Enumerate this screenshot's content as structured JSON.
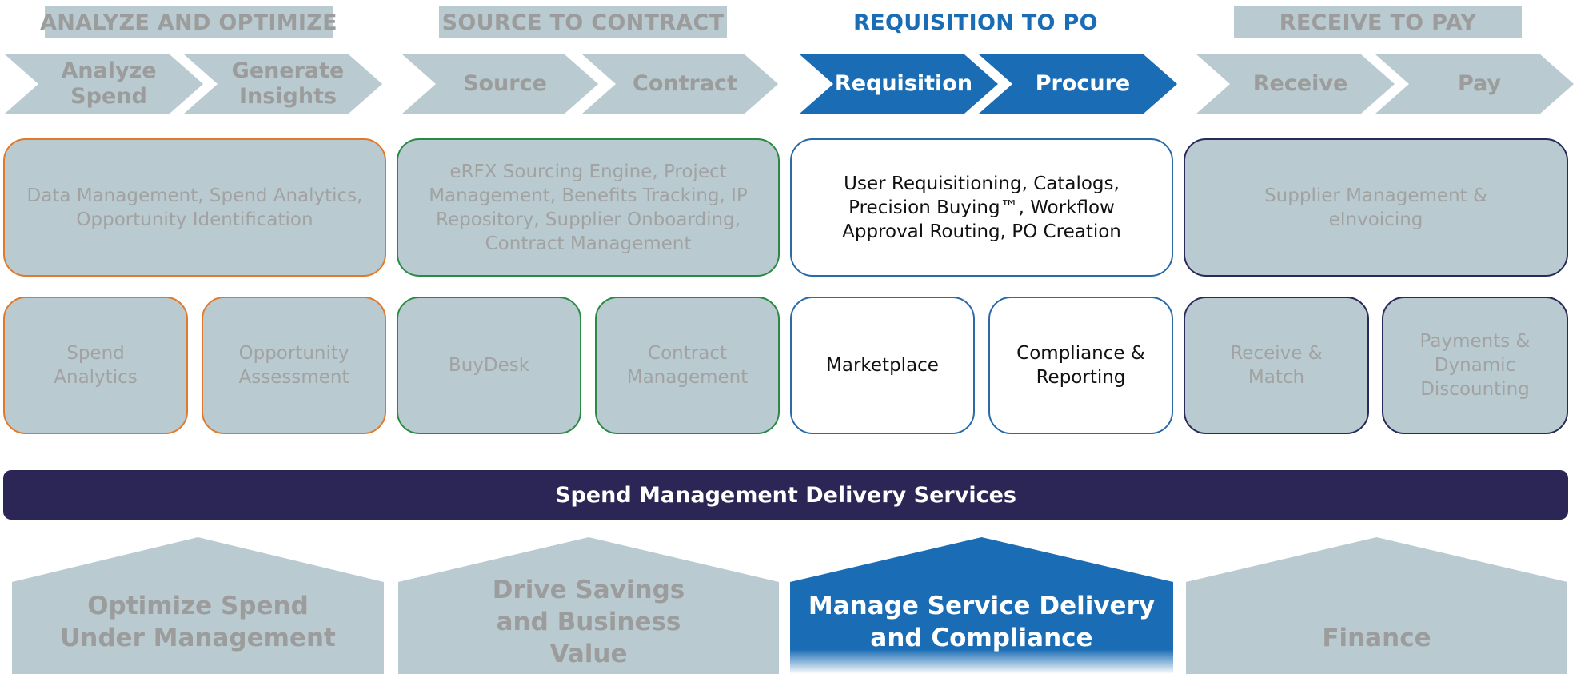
{
  "colors": {
    "inactive_fill": "#b9cbd0",
    "inactive_text": "#9c9c9c",
    "active_blue": "#1a6cb5",
    "banner_navy": "#2c2657",
    "border_orange": "#e07a2a",
    "border_green": "#2a8a45",
    "border_blue": "#2a6aa8",
    "border_navy": "#2a2a5a"
  },
  "columns": [
    {
      "header": "ANALYZE AND OPTIMIZE",
      "active": false,
      "chevrons": [
        "Analyze Spend",
        "Generate Insights"
      ],
      "main_box": "Data Management, Spend Analytics, Opportunity Identification",
      "sub_boxes": [
        "Spend Analytics",
        "Opportunity Assessment"
      ]
    },
    {
      "header": "SOURCE TO CONTRACT",
      "active": false,
      "chevrons": [
        "Source",
        "Contract"
      ],
      "main_box": "eRFX Sourcing Engine, Project Management, Benefits Tracking, IP Repository, Supplier Onboarding, Contract Management",
      "sub_boxes": [
        "BuyDesk",
        "Contract Management"
      ]
    },
    {
      "header": "REQUISITION TO PO",
      "active": true,
      "chevrons": [
        "Requisition",
        "Procure"
      ],
      "main_box": "User Requisitioning, Catalogs, Precision Buying™, Workflow Approval Routing, PO Creation",
      "sub_boxes": [
        "Marketplace",
        "Compliance & Reporting"
      ]
    },
    {
      "header": "RECEIVE TO PAY",
      "active": false,
      "chevrons": [
        "Receive",
        "Pay"
      ],
      "main_box": "Supplier Management & eInvoicing",
      "sub_boxes": [
        "Receive & Match",
        "Payments & Dynamic Discounting"
      ]
    }
  ],
  "banner": "Spend Management Delivery Services",
  "pillars": [
    {
      "label": "Optimize Spend Under Management",
      "active": false
    },
    {
      "label": "Drive Savings and Business Value",
      "active": false
    },
    {
      "label": "Manage Service Delivery and Compliance",
      "active": true
    },
    {
      "label": "Finance",
      "active": false
    }
  ]
}
